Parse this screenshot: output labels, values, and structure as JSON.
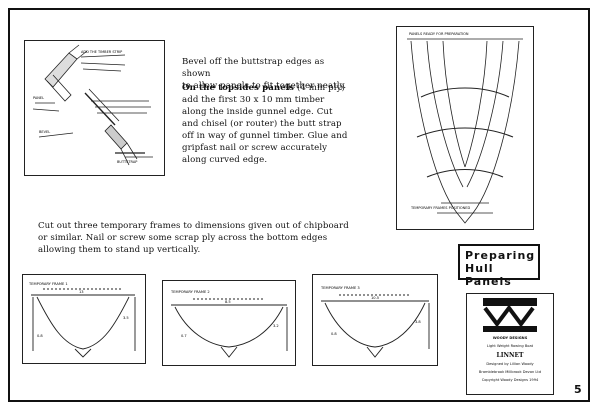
{
  "intro": {
    "line1": "Bevel off the buttstrap edges as shown",
    "line2": "to allow panels to fit together neatly."
  },
  "topsides": {
    "bold": "On the topsides panels",
    "rest": " (4 mm ply) add the first 30 x 10 mm timber along the inside gunnel edge. Cut and chisel (or router) the butt strap off in way of gunnel timber. Glue and gripfast nail or screw accurately along curved edge."
  },
  "frames_note": "Cut out three temporary frames to dimensions given out of chipboard or similar. Nail or screw some scrap ply across the bottom edges allowing them to stand up vertically.",
  "section_title": {
    "line1": "Preparing",
    "line2": "Hull Panels"
  },
  "logo": {
    "brand": "WOODY DESIGNS",
    "tagline": "Light Weight Rowing Boat",
    "boat_name": "LINNET",
    "designer": "Designed by Lillian Woody",
    "address": "Bramblebrook Millbrook Devon Ltd",
    "copyright": "Copyright Woody Designs 1994"
  },
  "page_number": "5",
  "detail_labels": {
    "topsides": "ADD THE TIMBER STRIP",
    "panel": "PANEL",
    "buttstrap": "BUTTSTRAP",
    "bevel": "BEVEL"
  },
  "frames": [
    {
      "label": "TEMPORARY FRAME 1",
      "dims": [
        "13",
        "3.5",
        "0.8"
      ]
    },
    {
      "label": "TEMPORARY FRAME 2",
      "dims": [
        "8.5",
        "3.2",
        "0.7"
      ]
    },
    {
      "label": "TEMPORARY FRAME 3",
      "dims": [
        "10.5",
        "3.8",
        "0.8"
      ]
    }
  ],
  "plan_labels": {
    "top": "PANELS READY FOR PREPARATION",
    "bottom": "TEMPORARY FRAMES POSITIONED"
  }
}
